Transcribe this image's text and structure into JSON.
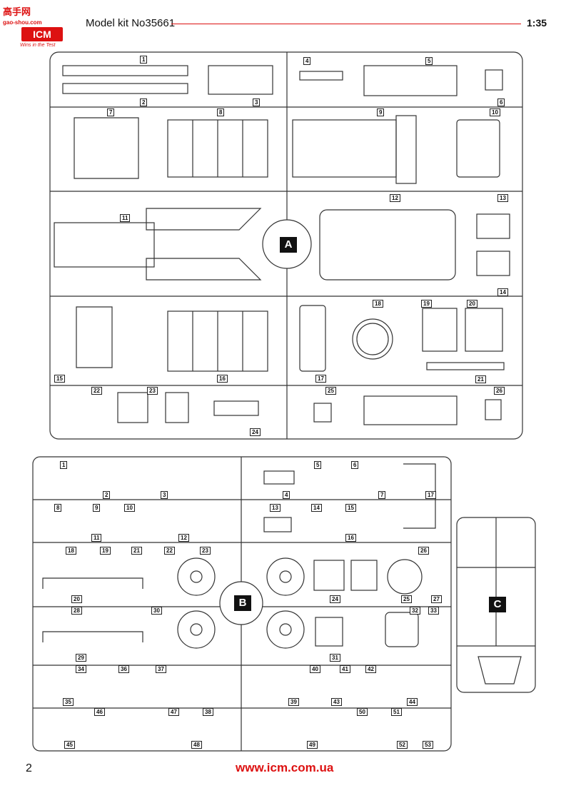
{
  "header": {
    "logo_text": "高手网",
    "logo_url": "gao-shou.com",
    "brand": "ICM",
    "brand_tagline": "Wins in the Test",
    "title": "Model kit No35661",
    "scale": "1:35"
  },
  "frames": {
    "a": {
      "label": "A",
      "parts": [
        "1",
        "2",
        "3",
        "4",
        "5",
        "6",
        "7",
        "8",
        "9",
        "10",
        "11",
        "12",
        "13",
        "14",
        "15",
        "16",
        "17",
        "18",
        "19",
        "20",
        "21",
        "22",
        "23",
        "24",
        "25",
        "26"
      ]
    },
    "b": {
      "label": "B",
      "parts": [
        "1",
        "2",
        "3",
        "4",
        "5",
        "6",
        "7",
        "8",
        "9",
        "10",
        "11",
        "12",
        "13",
        "14",
        "15",
        "16",
        "17",
        "18",
        "19",
        "20",
        "21",
        "22",
        "23",
        "24",
        "25",
        "26",
        "27",
        "28",
        "29",
        "30",
        "31",
        "32",
        "33",
        "34",
        "35",
        "36",
        "37",
        "38",
        "39",
        "40",
        "41",
        "42",
        "43",
        "44",
        "45",
        "46",
        "47",
        "48",
        "49",
        "50",
        "51",
        "52",
        "53"
      ]
    },
    "c": {
      "label": "C"
    }
  },
  "footer": {
    "page_number": "2",
    "url": "www.icm.com.ua"
  }
}
